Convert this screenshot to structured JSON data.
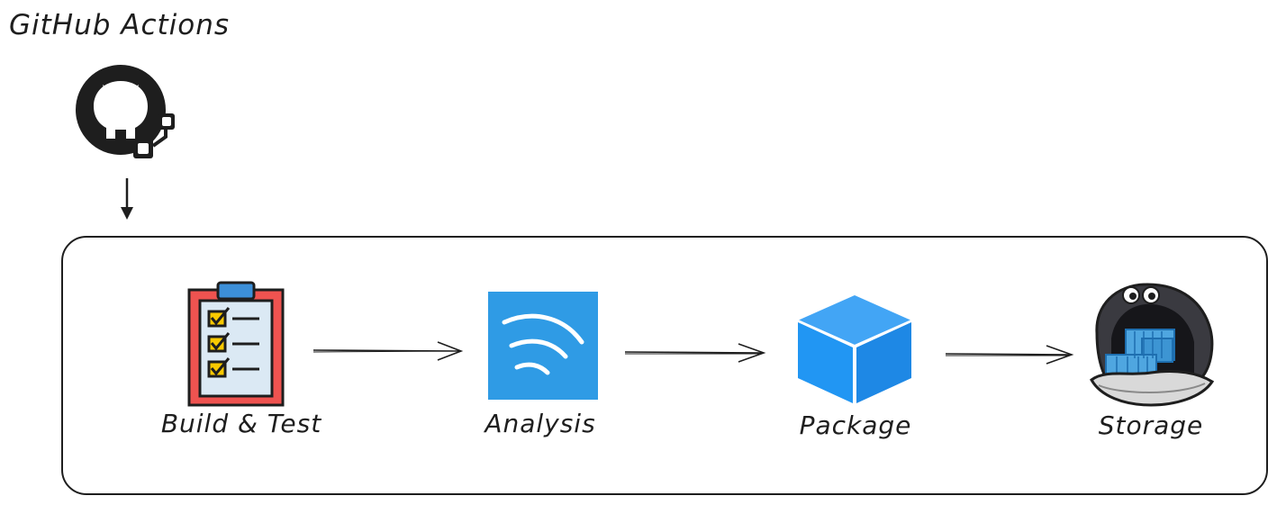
{
  "title": "GitHub Actions",
  "stages": [
    {
      "label": "Build & Test",
      "icon": "checklist-clipboard-icon"
    },
    {
      "label": "Analysis",
      "icon": "analysis-wifi-icon"
    },
    {
      "label": "Package",
      "icon": "package-cube-icon"
    },
    {
      "label": "Storage",
      "icon": "storage-oyster-containers-icon"
    }
  ],
  "colors": {
    "stroke": "#1e1e1e",
    "blue": "#2f9be5",
    "cube_blue": "#2196f3",
    "clipboard_red": "#ef5350",
    "check_yellow": "#f9c900"
  }
}
